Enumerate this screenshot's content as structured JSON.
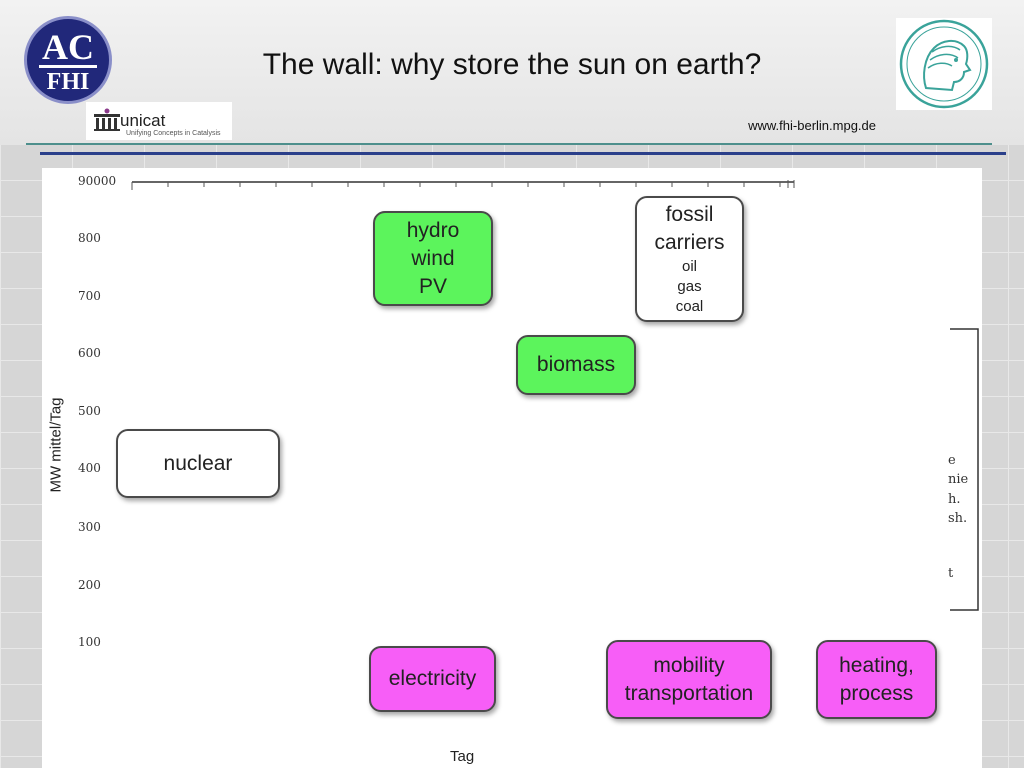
{
  "header": {
    "title": "The wall: why store the sun on earth?",
    "url": "www.fhi-berlin.mpg.de",
    "logo_left": {
      "line1": "AC",
      "line2": "FHI"
    },
    "logo_unicat": {
      "name": "unicat",
      "tagline": "Unifying Concepts in Catalysis"
    }
  },
  "axis": {
    "ylabel": "MW mittel/Tag",
    "xlabel": "Tag",
    "yticks": [
      "90000",
      "800",
      "700",
      "600",
      "500",
      "400",
      "300",
      "200",
      "100"
    ]
  },
  "nodes": {
    "renewables": {
      "lines": [
        "hydro",
        "wind",
        "PV"
      ],
      "color": "#5cf45c"
    },
    "fossil": {
      "title_lines": [
        "fossil",
        "carriers"
      ],
      "sub_lines": [
        "oil",
        "gas",
        "coal"
      ],
      "color": "#ffffff"
    },
    "biomass": {
      "label": "biomass",
      "color": "#5cf45c"
    },
    "nuclear": {
      "label": "nuclear",
      "color": "#ffffff"
    },
    "electricity": {
      "label": "electricity",
      "color": "#f75ef7"
    },
    "mobility": {
      "lines": [
        "mobility",
        "transportation"
      ],
      "color": "#f75ef7"
    },
    "heating": {
      "lines": [
        "heating,",
        "process"
      ],
      "color": "#f75ef7"
    }
  },
  "legend_fragments": [
    "e",
    "nie",
    "h.",
    "sh.",
    "t"
  ]
}
